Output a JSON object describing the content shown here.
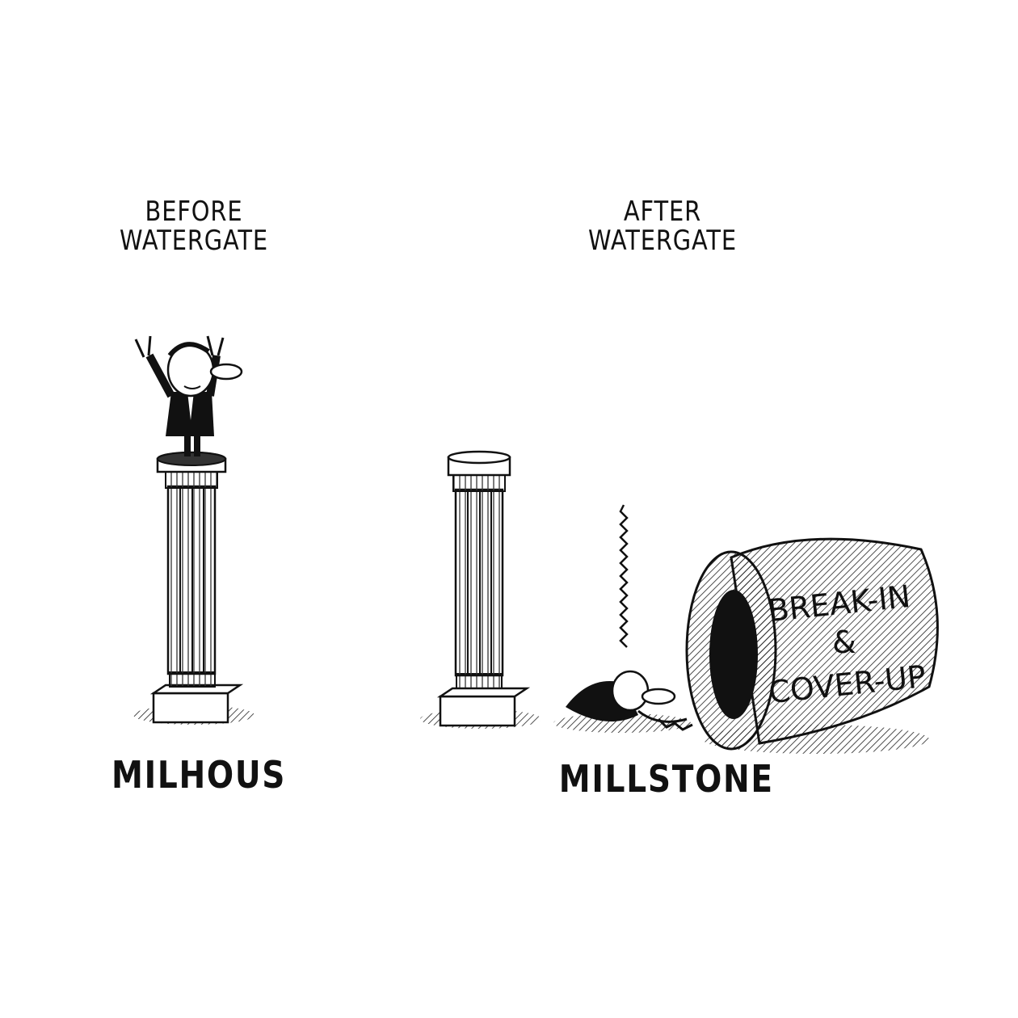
{
  "left_panel": {
    "heading_line1": "BEFORE",
    "heading_line2": "WATERGATE",
    "caption": "MILHOUS"
  },
  "right_panel": {
    "heading_line1": "AFTER",
    "heading_line2": "WATERGATE",
    "caption": "MILLSTONE",
    "millstone_label_line1": "BREAK-IN",
    "millstone_label_line2": "&",
    "millstone_label_line3": "COVER-UP"
  }
}
